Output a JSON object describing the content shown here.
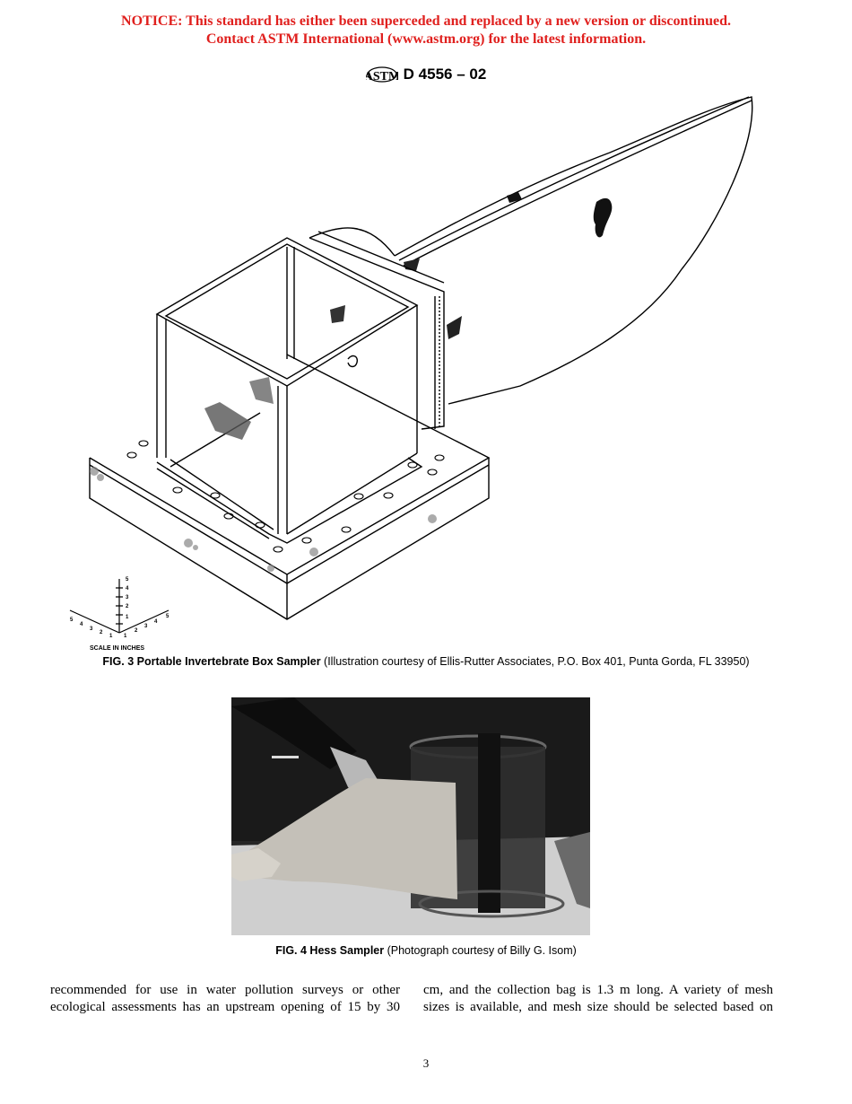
{
  "notice": {
    "line1": "NOTICE: This standard has either been superceded and replaced by a new version or discontinued.",
    "line2": "Contact ASTM International (www.astm.org) for the latest information.",
    "color": "#e0201e"
  },
  "header": {
    "logo_icon": "astm-logo",
    "designation": "D 4556 – 02"
  },
  "figure3": {
    "image_icon": "portable-invertebrate-box-sampler-illustration",
    "scale": {
      "label": "SCALE IN INCHES",
      "vertical_ticks": [
        "1",
        "2",
        "3",
        "4",
        "5"
      ],
      "left_ticks": [
        "1",
        "2",
        "3",
        "4",
        "5"
      ],
      "right_ticks": [
        "1",
        "2",
        "3",
        "4",
        "5"
      ]
    },
    "caption_bold": "FIG. 3 Portable Invertebrate Box Sampler",
    "caption_rest": " (Illustration courtesy of Ellis-Rutter Associates, P.O. Box 401, Punta Gorda, FL 33950)"
  },
  "figure4": {
    "image_icon": "hess-sampler-photograph",
    "caption_bold": "FIG. 4 Hess Sampler",
    "caption_rest": " (Photograph courtesy of Billy G. Isom)"
  },
  "body": {
    "left_column": [
      "recommended for use in water pollution surveys or other",
      "ecological assessments has an upstream opening of 15 by 30"
    ],
    "right_column": [
      "cm, and the collection bag is 1.3 m long. A variety of mesh",
      "sizes is available, and mesh size should be selected based on"
    ]
  },
  "footer": {
    "page_number": "3"
  }
}
